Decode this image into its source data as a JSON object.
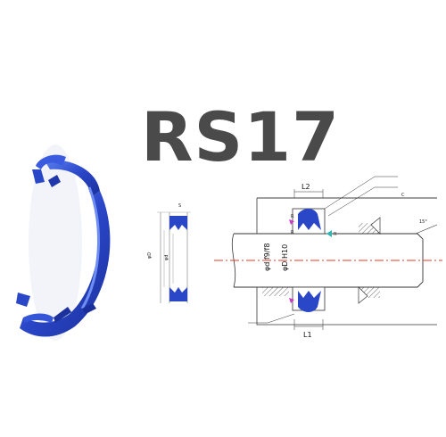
{
  "title": "RS17",
  "drawing": {
    "dim_l2": "L2",
    "dim_l1": "L1",
    "label_r": "R",
    "label_c": "C",
    "dia_rod": "φd  f9/f8",
    "dia_bore": "φD  H10"
  },
  "colors": {
    "seal_blue": "#2a47c8",
    "centerline": "#e23b2b"
  }
}
